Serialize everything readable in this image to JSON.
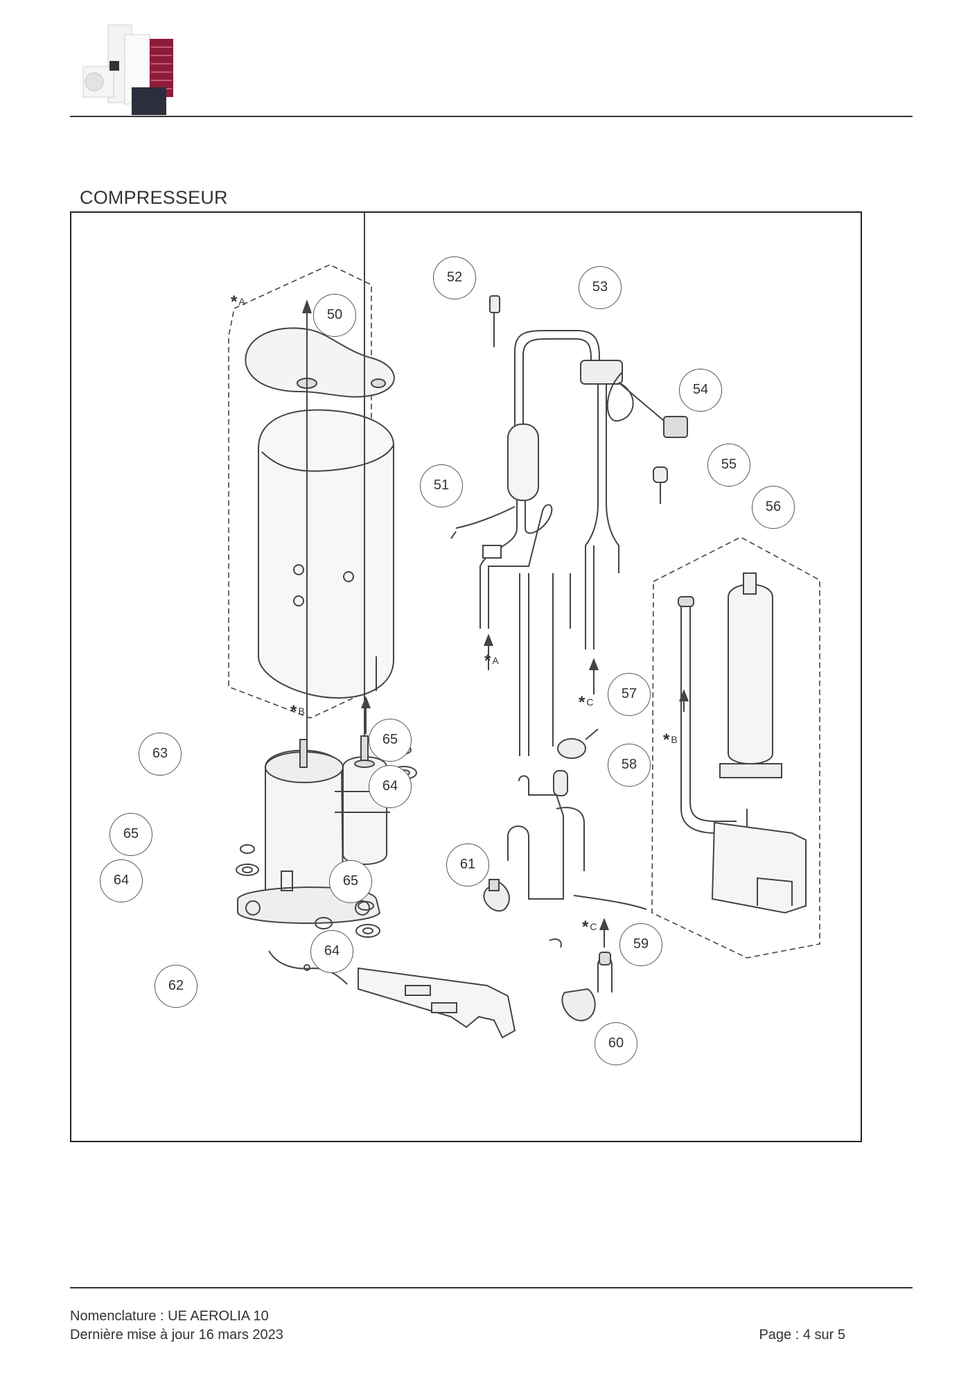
{
  "header": {
    "logo_icon": "product-range-logo"
  },
  "section": {
    "title": "COMPRESSEUR"
  },
  "callouts": [
    {
      "id": "c50",
      "label": "50"
    },
    {
      "id": "c51",
      "label": "51"
    },
    {
      "id": "c52",
      "label": "52"
    },
    {
      "id": "c53",
      "label": "53"
    },
    {
      "id": "c54",
      "label": "54"
    },
    {
      "id": "c55",
      "label": "55"
    },
    {
      "id": "c56",
      "label": "56"
    },
    {
      "id": "c57",
      "label": "57"
    },
    {
      "id": "c58",
      "label": "58"
    },
    {
      "id": "c59",
      "label": "59"
    },
    {
      "id": "c60",
      "label": "60"
    },
    {
      "id": "c61",
      "label": "61"
    },
    {
      "id": "c62",
      "label": "62"
    },
    {
      "id": "c63",
      "label": "63"
    },
    {
      "id": "c64a",
      "label": "64"
    },
    {
      "id": "c64b",
      "label": "64"
    },
    {
      "id": "c64c",
      "label": "64"
    },
    {
      "id": "c65a",
      "label": "65"
    },
    {
      "id": "c65b",
      "label": "65"
    },
    {
      "id": "c65c",
      "label": "65"
    }
  ],
  "markers": [
    {
      "id": "mA1",
      "letter": "A"
    },
    {
      "id": "mA2",
      "letter": "A"
    },
    {
      "id": "mB1",
      "letter": "B"
    },
    {
      "id": "mB2",
      "letter": "B"
    },
    {
      "id": "mC1",
      "letter": "C"
    },
    {
      "id": "mC2",
      "letter": "C"
    }
  ],
  "footer": {
    "product": "Nomenclature : UE AEROLIA 10",
    "updated": "Dernière mise à jour 16 mars 2023",
    "page": "Page : 4 sur 5"
  }
}
